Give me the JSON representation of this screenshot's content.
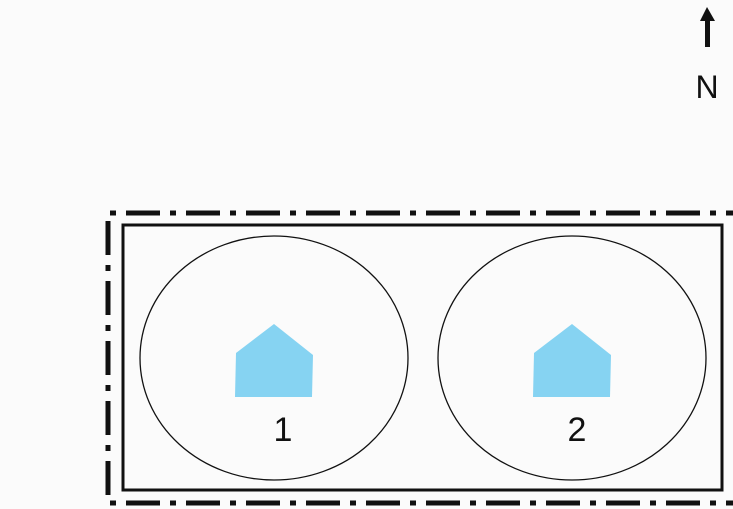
{
  "north": {
    "label": "N",
    "icon": "north-arrow-icon"
  },
  "lots": [
    {
      "number": "1",
      "icon": "house-icon"
    },
    {
      "number": "2",
      "icon": "house-icon"
    }
  ],
  "colors": {
    "background": "#fbfbfb",
    "lines": "#111111",
    "house": "#86d3f2"
  }
}
